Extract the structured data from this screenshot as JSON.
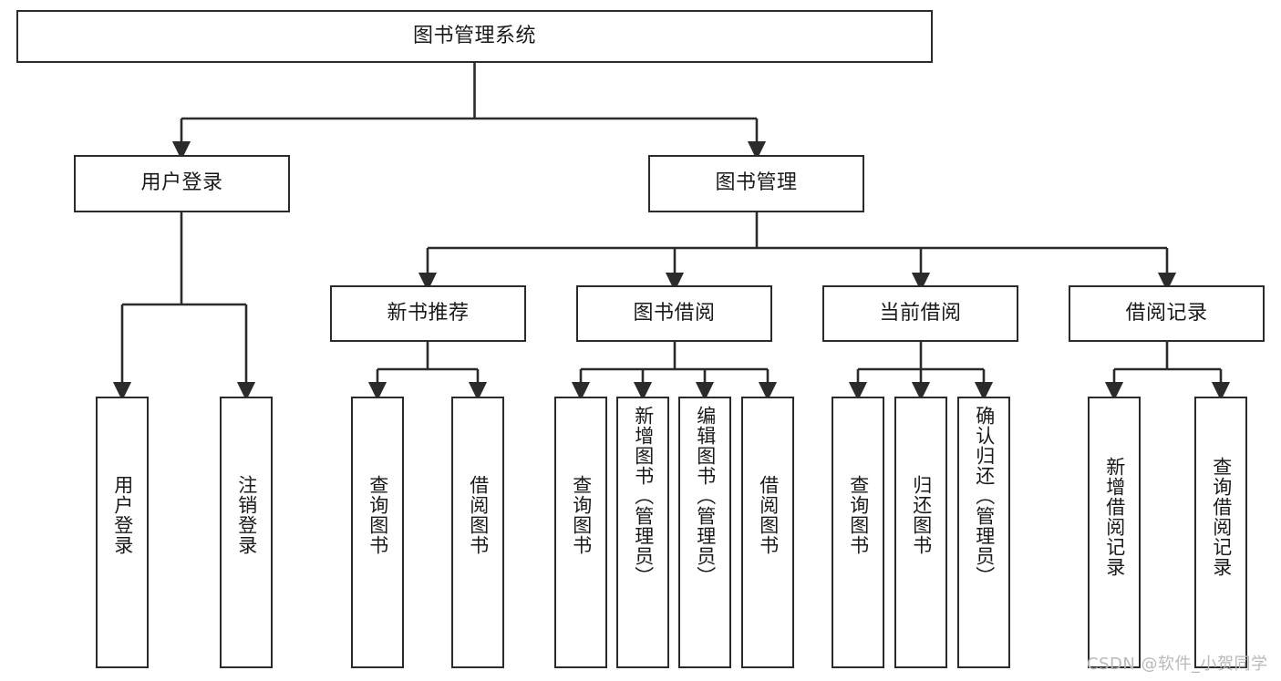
{
  "diagram": {
    "type": "tree-hierarchy-chart",
    "title": "图书管理系统",
    "orientation": "top-down",
    "line_color": "#2b2b2b",
    "box_fill": "#ffffff",
    "text_color": "#1a1a1a"
  },
  "nodes": {
    "root": {
      "label": "图书管理系统",
      "level": 1
    },
    "level2": [
      {
        "id": "user-login",
        "label": "用户登录"
      },
      {
        "id": "book-manage",
        "label": "图书管理"
      }
    ],
    "level3": [
      {
        "id": "new-book-rec",
        "label": "新书推荐"
      },
      {
        "id": "book-borrow",
        "label": "图书借阅"
      },
      {
        "id": "current-borrow",
        "label": "当前借阅"
      },
      {
        "id": "borrow-record",
        "label": "借阅记录"
      }
    ],
    "leaves": {
      "user-login": [
        {
          "id": "leaf-user-login",
          "label": "用户登录"
        },
        {
          "id": "leaf-logout",
          "label": "注销登录"
        }
      ],
      "new-book-rec": [
        {
          "id": "leaf-query-book-1",
          "label": "查询图书"
        },
        {
          "id": "leaf-borrow-book-1",
          "label": "借阅图书"
        }
      ],
      "book-borrow": [
        {
          "id": "leaf-query-book-2",
          "label": "查询图书"
        },
        {
          "id": "leaf-add-book",
          "label": "新增图书（管理员）"
        },
        {
          "id": "leaf-edit-book",
          "label": "编辑图书（管理员）"
        },
        {
          "id": "leaf-borrow-book-2",
          "label": "借阅图书"
        }
      ],
      "current-borrow": [
        {
          "id": "leaf-query-book-3",
          "label": "查询图书"
        },
        {
          "id": "leaf-return-book",
          "label": "归还图书"
        },
        {
          "id": "leaf-confirm-return",
          "label": "确认归还（管理员）"
        }
      ],
      "borrow-record": [
        {
          "id": "leaf-add-record",
          "label": "新增借阅记录"
        },
        {
          "id": "leaf-query-record",
          "label": "查询借阅记录"
        }
      ]
    }
  },
  "watermark": {
    "text": "CSDN @软件_小贺同学"
  }
}
